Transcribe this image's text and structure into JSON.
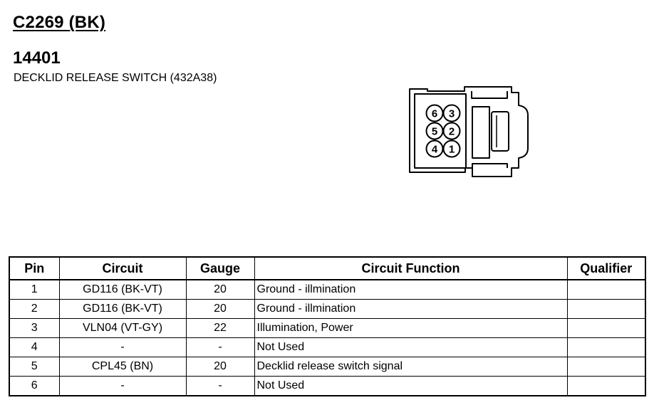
{
  "header": {
    "connector_id": "C2269 (BK)",
    "part_number": "14401",
    "description": "DECKLID RELEASE SWITCH (432A38)"
  },
  "connector_diagram": {
    "pins": [
      {
        "label": "6"
      },
      {
        "label": "3"
      },
      {
        "label": "5"
      },
      {
        "label": "2"
      },
      {
        "label": "4"
      },
      {
        "label": "1"
      }
    ]
  },
  "table": {
    "columns": [
      "Pin",
      "Circuit",
      "Gauge",
      "Circuit Function",
      "Qualifier"
    ],
    "rows": [
      {
        "pin": "1",
        "circuit": "GD116 (BK-VT)",
        "gauge": "20",
        "function": "Ground - illmination",
        "qualifier": ""
      },
      {
        "pin": "2",
        "circuit": "GD116 (BK-VT)",
        "gauge": "20",
        "function": "Ground - illmination",
        "qualifier": ""
      },
      {
        "pin": "3",
        "circuit": "VLN04 (VT-GY)",
        "gauge": "22",
        "function": "Illumination, Power",
        "qualifier": ""
      },
      {
        "pin": "4",
        "circuit": "-",
        "gauge": "-",
        "function": "Not Used",
        "qualifier": ""
      },
      {
        "pin": "5",
        "circuit": "CPL45 (BN)",
        "gauge": "20",
        "function": "Decklid release switch signal",
        "qualifier": ""
      },
      {
        "pin": "6",
        "circuit": "-",
        "gauge": "-",
        "function": "Not Used",
        "qualifier": ""
      }
    ]
  }
}
